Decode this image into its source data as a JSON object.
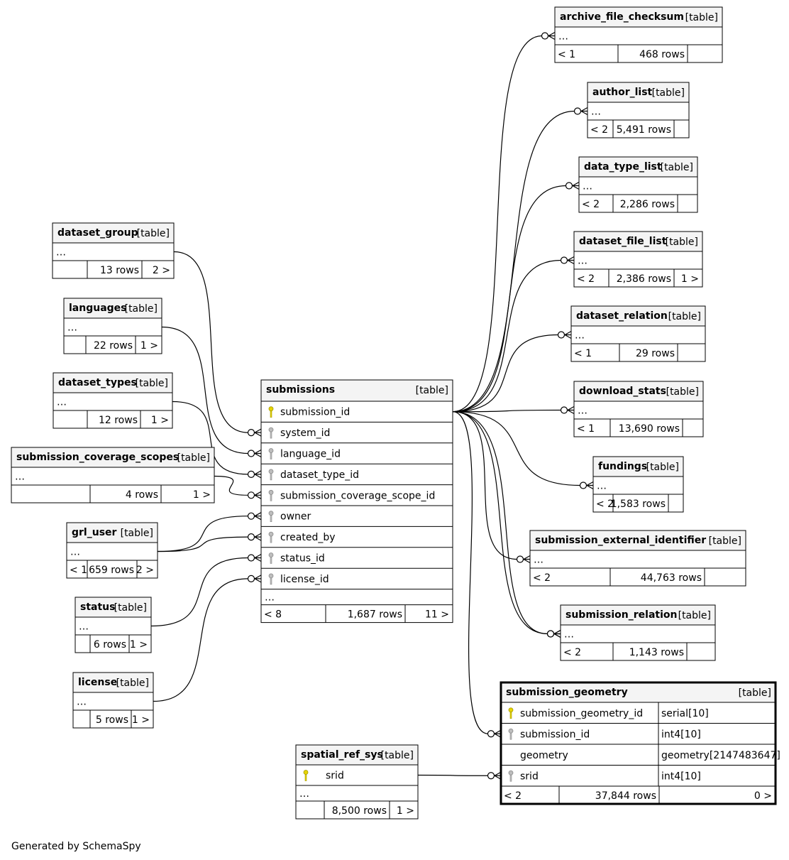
{
  "footer": "Generated by SchemaSpy",
  "table_tag": "[table]",
  "tables": [
    {
      "id": "archive_file_checksum",
      "name": "archive_file_checksum",
      "rows": [
        "…"
      ],
      "stats": [
        "< 1",
        "468 rows",
        ""
      ]
    },
    {
      "id": "author_list",
      "name": "author_list",
      "rows": [
        "…"
      ],
      "stats": [
        "< 2",
        "5,491 rows",
        ""
      ]
    },
    {
      "id": "data_type_list",
      "name": "data_type_list",
      "rows": [
        "…"
      ],
      "stats": [
        "< 2",
        "2,286 rows",
        ""
      ]
    },
    {
      "id": "dataset_file_list",
      "name": "dataset_file_list",
      "rows": [
        "…"
      ],
      "stats": [
        "< 2",
        "2,386 rows",
        "1 >"
      ]
    },
    {
      "id": "dataset_relation",
      "name": "dataset_relation",
      "rows": [
        "…"
      ],
      "stats": [
        "< 1",
        "29 rows",
        ""
      ]
    },
    {
      "id": "download_stats",
      "name": "download_stats",
      "rows": [
        "…"
      ],
      "stats": [
        "< 1",
        "13,690 rows",
        ""
      ]
    },
    {
      "id": "fundings",
      "name": "fundings",
      "rows": [
        "…"
      ],
      "stats": [
        "< 2",
        "1,583 rows",
        ""
      ]
    },
    {
      "id": "submission_external_identifier",
      "name": "submission_external_identifier",
      "rows": [
        "…"
      ],
      "stats": [
        "< 2",
        "44,763 rows",
        ""
      ]
    },
    {
      "id": "submission_relation",
      "name": "submission_relation",
      "rows": [
        "…"
      ],
      "stats": [
        "< 2",
        "1,143 rows",
        ""
      ]
    },
    {
      "id": "dataset_group",
      "name": "dataset_group",
      "rows": [
        "…"
      ],
      "stats": [
        "",
        "13 rows",
        "2 >"
      ]
    },
    {
      "id": "languages",
      "name": "languages",
      "rows": [
        "…"
      ],
      "stats": [
        "",
        "22 rows",
        "1 >"
      ]
    },
    {
      "id": "dataset_types",
      "name": "dataset_types",
      "rows": [
        "…"
      ],
      "stats": [
        "",
        "12 rows",
        "1 >"
      ]
    },
    {
      "id": "submission_coverage_scopes",
      "name": "submission_coverage_scopes",
      "rows": [
        "…"
      ],
      "stats": [
        "",
        "4 rows",
        "1 >"
      ]
    },
    {
      "id": "grl_user",
      "name": "grl_user",
      "rows": [
        "…"
      ],
      "stats": [
        "< 1",
        "659 rows",
        "2 >"
      ]
    },
    {
      "id": "status",
      "name": "status",
      "rows": [
        "…"
      ],
      "stats": [
        "",
        "6 rows",
        "1 >"
      ]
    },
    {
      "id": "license",
      "name": "license",
      "rows": [
        "…"
      ],
      "stats": [
        "",
        "5 rows",
        "1 >"
      ]
    },
    {
      "id": "submissions",
      "name": "submissions",
      "columns": [
        {
          "name": "submission_id",
          "key": "primary"
        },
        {
          "name": "system_id",
          "key": "foreign"
        },
        {
          "name": "language_id",
          "key": "foreign"
        },
        {
          "name": "dataset_type_id",
          "key": "foreign"
        },
        {
          "name": "submission_coverage_scope_id",
          "key": "foreign"
        },
        {
          "name": "owner",
          "key": "foreign"
        },
        {
          "name": "created_by",
          "key": "foreign"
        },
        {
          "name": "status_id",
          "key": "foreign"
        },
        {
          "name": "license_id",
          "key": "foreign"
        }
      ],
      "rows": [
        "…"
      ],
      "stats": [
        "< 8",
        "1,687 rows",
        "11 >"
      ]
    },
    {
      "id": "spatial_ref_sys",
      "name": "spatial_ref_sys",
      "columns": [
        {
          "name": "srid",
          "key": "primary"
        }
      ],
      "rows": [
        "…"
      ],
      "stats": [
        "",
        "8,500 rows",
        "1 >"
      ]
    },
    {
      "id": "submission_geometry",
      "name": "submission_geometry",
      "focus": true,
      "columns": [
        {
          "name": "submission_geometry_id",
          "type": "serial[10]",
          "key": "primary"
        },
        {
          "name": "submission_id",
          "type": "int4[10]",
          "key": "foreign"
        },
        {
          "name": "geometry",
          "type": "geometry[2147483647]",
          "key": ""
        },
        {
          "name": "srid",
          "type": "int4[10]",
          "key": "foreign"
        }
      ],
      "stats": [
        "< 2",
        "37,844 rows",
        "0 >"
      ]
    }
  ],
  "relationships": [
    {
      "from": "dataset_group",
      "to": "submissions.system_id"
    },
    {
      "from": "languages",
      "to": "submissions.language_id"
    },
    {
      "from": "dataset_types",
      "to": "submissions.dataset_type_id"
    },
    {
      "from": "submission_coverage_scopes",
      "to": "submissions.submission_coverage_scope_id"
    },
    {
      "from": "grl_user",
      "to": "submissions.owner"
    },
    {
      "from": "grl_user",
      "to": "submissions.created_by"
    },
    {
      "from": "status",
      "to": "submissions.status_id"
    },
    {
      "from": "license",
      "to": "submissions.license_id"
    },
    {
      "from": "submissions.submission_id",
      "to": "archive_file_checksum"
    },
    {
      "from": "submissions.submission_id",
      "to": "author_list"
    },
    {
      "from": "submissions.submission_id",
      "to": "data_type_list"
    },
    {
      "from": "submissions.submission_id",
      "to": "dataset_file_list"
    },
    {
      "from": "submissions.submission_id",
      "to": "dataset_relation"
    },
    {
      "from": "submissions.submission_id",
      "to": "download_stats"
    },
    {
      "from": "submissions.submission_id",
      "to": "fundings"
    },
    {
      "from": "submissions.submission_id",
      "to": "submission_external_identifier"
    },
    {
      "from": "submissions.submission_id",
      "to": "submission_relation"
    },
    {
      "from": "submissions.submission_id",
      "to": "submission_relation"
    },
    {
      "from": "submissions.submission_id",
      "to": "submission_geometry.submission_id"
    },
    {
      "from": "spatial_ref_sys.srid",
      "to": "submission_geometry.srid"
    }
  ]
}
